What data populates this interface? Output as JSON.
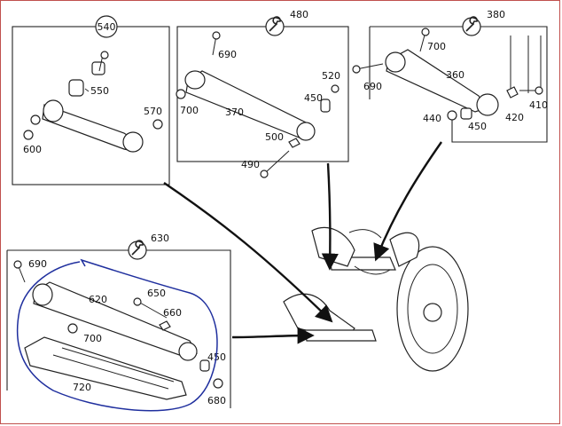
{
  "callouts": {
    "group_540": "540",
    "group_480": "480",
    "group_380": "380",
    "group_630": "630"
  },
  "labels": {
    "p550": "550",
    "p570": "570",
    "p600": "600",
    "p690a": "690",
    "p700a": "700",
    "p370": "370",
    "p520": "520",
    "p450a": "450",
    "p500": "500",
    "p490": "490",
    "p700b": "700",
    "p690b": "690",
    "p360": "360",
    "p440": "440",
    "p450b": "450",
    "p420": "420",
    "p410": "410",
    "p690c": "690",
    "p620": "620",
    "p650": "650",
    "p660": "660",
    "p700c": "700",
    "p720": "720",
    "p450c": "450",
    "p680": "680"
  },
  "colors": {
    "frame_border": "#c0504d",
    "ink_annotation": "#1f2f9e",
    "line_art": "#222222"
  },
  "icons": [
    "wrench-icon"
  ]
}
